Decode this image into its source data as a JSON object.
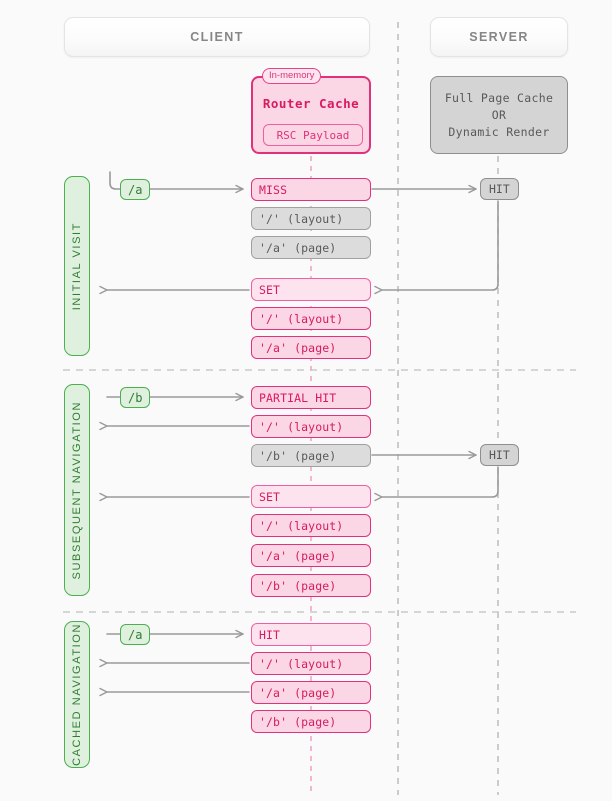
{
  "lanes": {
    "client": "CLIENT",
    "server": "SERVER"
  },
  "router_cache": {
    "badge": "In-memory",
    "title": "Router Cache",
    "payload": "RSC Payload"
  },
  "server_block": {
    "line1": "Full Page Cache",
    "line2": "OR",
    "line3": "Dynamic Render"
  },
  "phases": [
    {
      "id": "initial-visit",
      "label": "INITIAL VISIT",
      "route_chip": "/a",
      "rows": [
        {
          "text": "MISS",
          "style": "pink-strong"
        },
        {
          "text": "'/' (layout)",
          "style": "gray"
        },
        {
          "text": "'/a' (page)",
          "style": "gray"
        },
        {
          "text": "SET",
          "style": "pink-soft"
        },
        {
          "text": "'/' (layout)",
          "style": "pink-strong"
        },
        {
          "text": "'/a' (page)",
          "style": "pink-strong"
        }
      ],
      "server_hits": [
        "HIT"
      ]
    },
    {
      "id": "subsequent-navigation",
      "label": "SUBSEQUENT NAVIGATION",
      "route_chip": "/b",
      "rows": [
        {
          "text": "PARTIAL HIT",
          "style": "pink-strong"
        },
        {
          "text": "'/' (layout)",
          "style": "pink-strong"
        },
        {
          "text": "'/b' (page)",
          "style": "gray"
        },
        {
          "text": "SET",
          "style": "pink-soft"
        },
        {
          "text": "'/' (layout)",
          "style": "pink-strong"
        },
        {
          "text": "'/a' (page)",
          "style": "pink-strong"
        },
        {
          "text": "'/b' (page)",
          "style": "pink-strong"
        }
      ],
      "server_hits": [
        "HIT"
      ]
    },
    {
      "id": "cached-navigation",
      "label": "CACHED NAVIGATION",
      "route_chip": "/a",
      "rows": [
        {
          "text": "HIT",
          "style": "pink-soft"
        },
        {
          "text": "'/' (layout)",
          "style": "pink-strong"
        },
        {
          "text": "'/a' (page)",
          "style": "pink-strong"
        },
        {
          "text": "'/b' (page)",
          "style": "pink-strong"
        }
      ],
      "server_hits": []
    }
  ],
  "colors": {
    "pink_border": "#e0317c",
    "pink_fill": "#fbd6e4",
    "pink_text": "#d81b60",
    "green_border": "#4caf50",
    "green_fill": "#dff0df",
    "green_text": "#2f7d32",
    "gray_border": "#8f8f8f",
    "gray_fill": "#d4d4d4",
    "gray_text": "#595959",
    "arrow": "#9a9a9a",
    "background": "#fafafa"
  }
}
